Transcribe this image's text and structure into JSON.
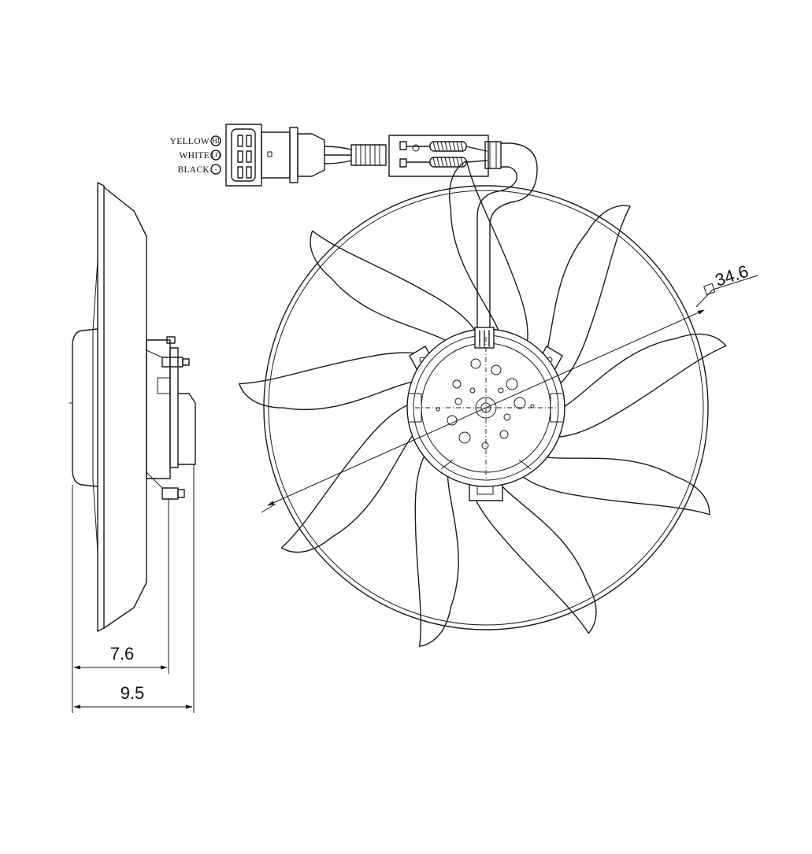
{
  "wiring": {
    "rows": [
      {
        "color": "YELLOW",
        "pin": "HI"
      },
      {
        "color": "WHITE",
        "pin": "LO"
      },
      {
        "color": "BLACK",
        "pin": "-"
      }
    ]
  },
  "dimensions": {
    "side_depth_inner": "7.6",
    "side_depth_outer": "9.5",
    "fan_diameter": "34.6"
  },
  "colors": {
    "line": "#1a1a1a",
    "background": "#ffffff"
  }
}
